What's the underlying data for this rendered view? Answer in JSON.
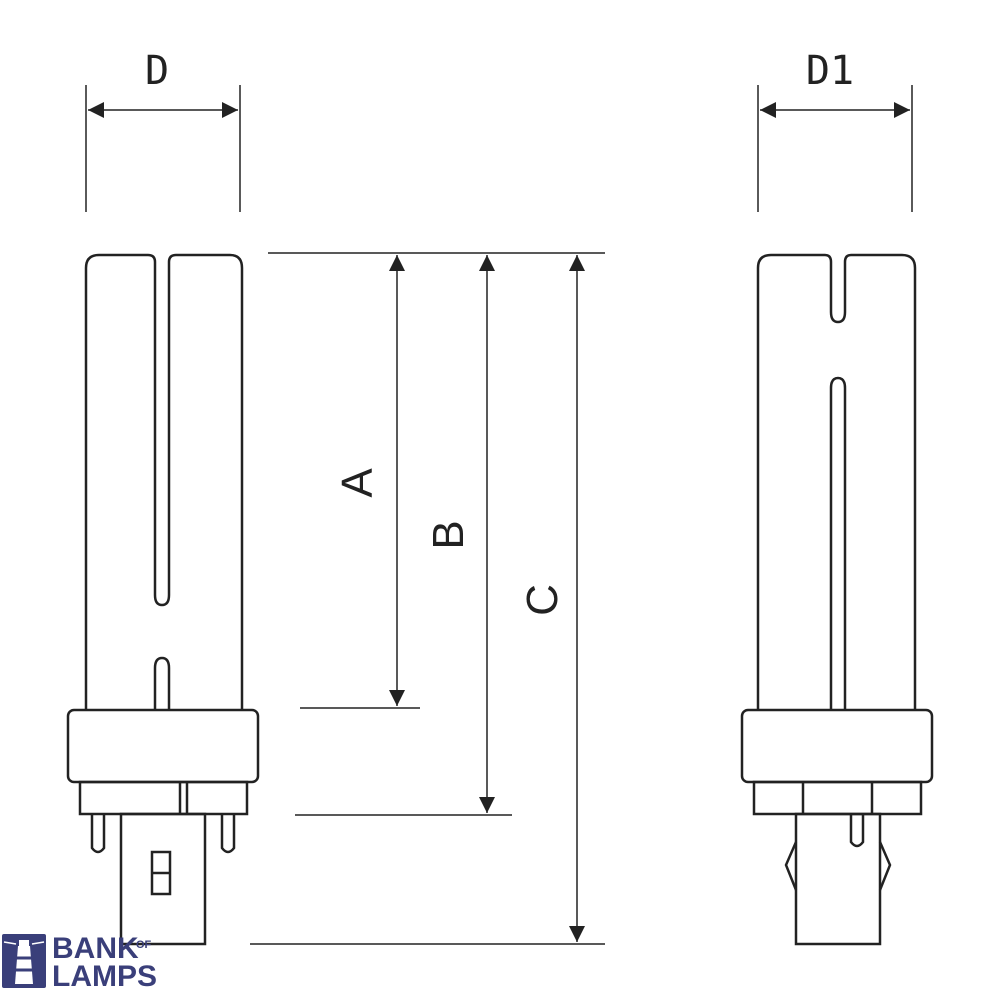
{
  "dimensions": {
    "D": "D",
    "D1": "D1",
    "A": "A",
    "B": "B",
    "C": "C"
  },
  "logo": {
    "line1": "BANK",
    "of": "OF",
    "line2": "LAMPS",
    "icon": "lighthouse-icon",
    "color": "#3a3f7a"
  },
  "colors": {
    "stroke": "#222222",
    "background": "#ffffff"
  }
}
